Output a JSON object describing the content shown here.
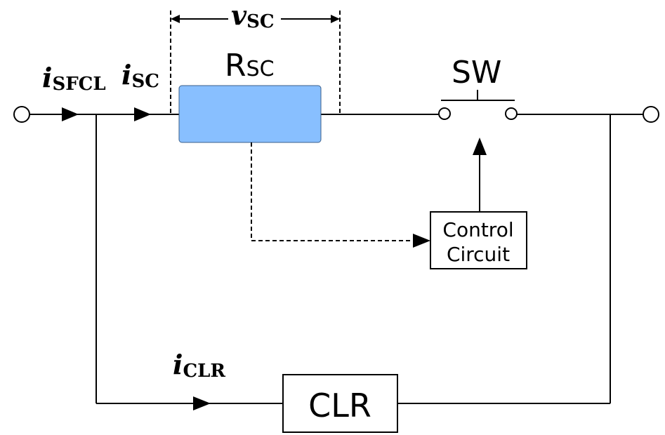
{
  "labels": {
    "v_sc": {
      "main": "v",
      "sub": "SC"
    },
    "r_sc": {
      "main": "R",
      "sub": "SC"
    },
    "sw": "SW",
    "i_sfcl": {
      "main": "i",
      "sub": "SFCL"
    },
    "i_sc": {
      "main": "i",
      "sub": "SC"
    },
    "i_clr": {
      "main": "i",
      "sub": "CLR"
    },
    "control_circuit": [
      "Control",
      "Circuit"
    ],
    "clr": "CLR"
  },
  "colors": {
    "resistor_fill": "#88bfff",
    "line": "#000000"
  }
}
